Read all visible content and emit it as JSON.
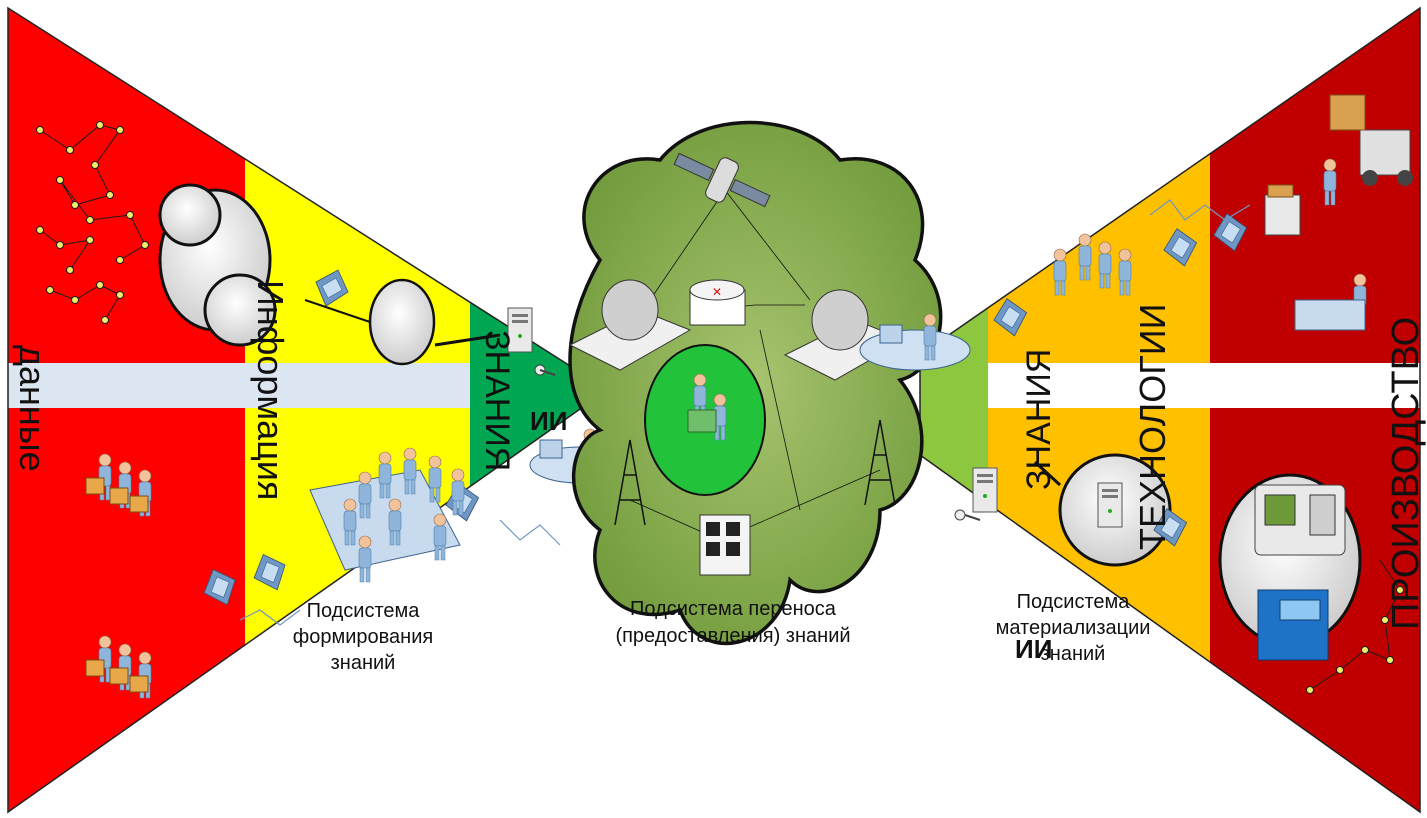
{
  "zones": {
    "left": {
      "data_label": "данные",
      "information_label": "Информация",
      "knowledge_label": "ЗНАНИЯ",
      "ai_label": "ИИ",
      "subsystem_caption": [
        "Подсистема",
        "формирования",
        "знаний"
      ]
    },
    "center": {
      "subsystem_caption": [
        "Подсистема переноса",
        "(предоставления) знаний"
      ]
    },
    "right": {
      "knowledge_label": "ЗНАНИЯ",
      "technology_label": "ТЕХНОЛОГИИ",
      "production_label": "ПРОИЗВОДСТВО",
      "ai_label": "ИИ",
      "subsystem_caption": [
        "Подсистема",
        "материализации",
        "знаний"
      ]
    }
  },
  "colors": {
    "red": "#ff0000",
    "dark_red": "#c00000",
    "yellow": "#ffff00",
    "orange": "#ffc000",
    "dark_green": "#00a651",
    "light_green": "#8dc63f",
    "cloud_green": "#7fa84a",
    "band_gray": "#dce6f2"
  },
  "icons": [
    "constellation-icon",
    "cloud-icon",
    "phone-icon",
    "server-icon",
    "satellite-icon",
    "satellite-dish-icon",
    "router-icon",
    "radio-tower-icon",
    "rack-server-icon",
    "people-icon",
    "meeting-table-icon",
    "forklift-icon",
    "worker-icon",
    "machine-icon",
    "key-icon"
  ]
}
